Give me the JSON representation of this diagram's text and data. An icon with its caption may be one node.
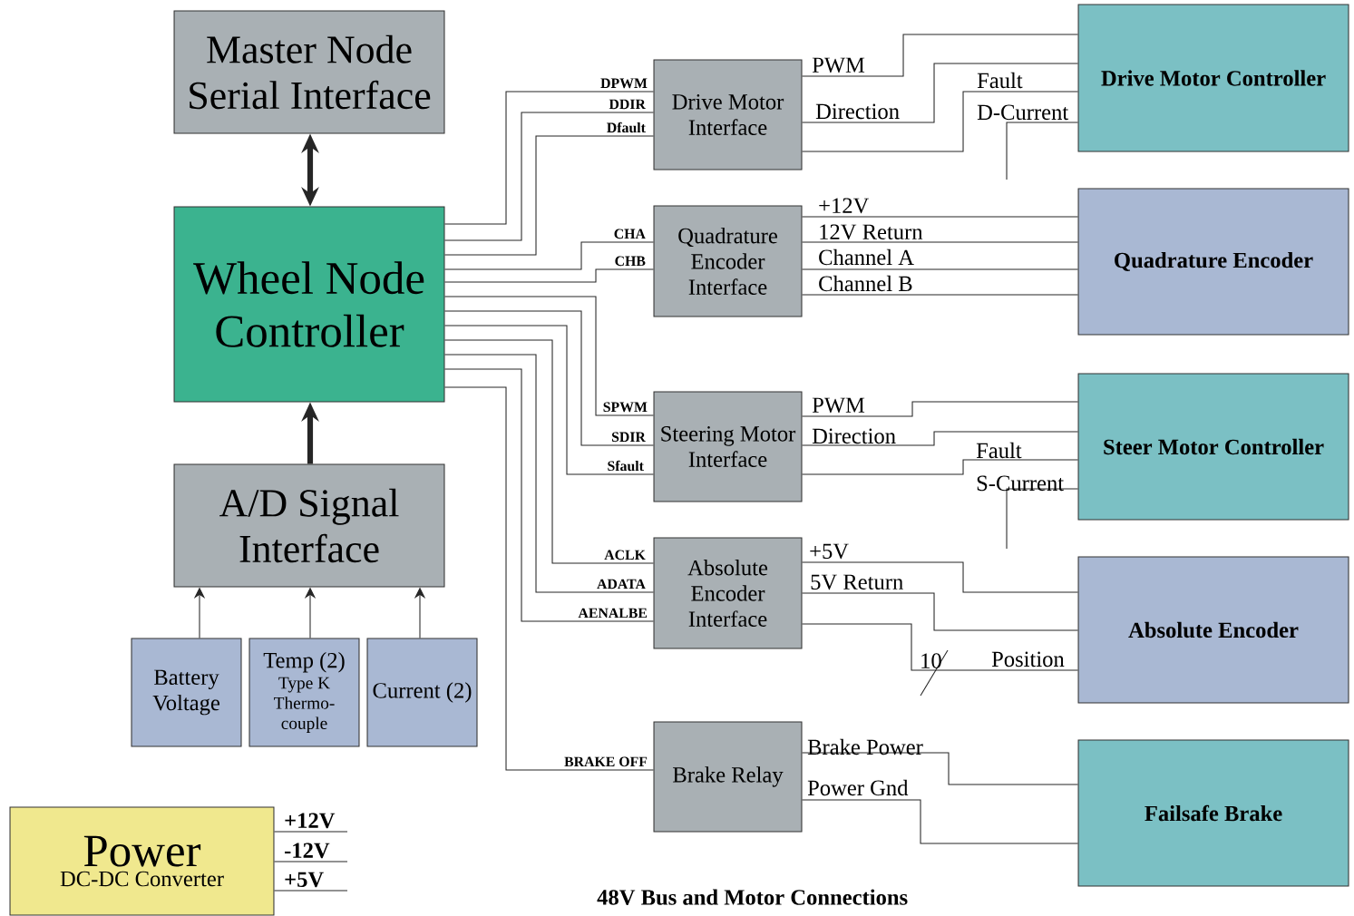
{
  "diagram": {
    "nodes": [
      {
        "text": [
          "Master Node Serial Interface"
        ]
      },
      {
        "text": [
          "Wheel Node Controller"
        ]
      },
      {
        "text": [
          "A/D Signal Interface"
        ]
      },
      {
        "text": [
          "Battery Voltage"
        ]
      },
      {
        "text": [
          "Temp (2)",
          "Type K Thermo-couple"
        ]
      },
      {
        "text": [
          "Current (2)"
        ]
      },
      {
        "text": [
          "Power",
          "DC-DC Converter"
        ]
      },
      {
        "text": [
          "Drive Motor Interface"
        ]
      },
      {
        "text": [
          "Quadrature Encoder Interface"
        ]
      },
      {
        "text": [
          "Steering Motor Interface"
        ]
      },
      {
        "text": [
          "Absolute Encoder Interface"
        ]
      },
      {
        "text": [
          "Brake Relay"
        ]
      },
      {
        "text": [
          "Drive Motor Controller"
        ]
      },
      {
        "text": [
          "Quadrature Encoder"
        ]
      },
      {
        "text": [
          "Steer Motor Controller"
        ]
      },
      {
        "text": [
          "Absolute Encoder"
        ]
      },
      {
        "text": [
          "Failsafe Brake"
        ]
      }
    ],
    "edges": [
      {
        "from": 0,
        "to": 1,
        "arrow": "both",
        "style": "thick"
      },
      {
        "from": 2,
        "to": 1,
        "arrow": "to",
        "style": "thick"
      },
      {
        "from": 3,
        "to": 2,
        "arrow": "to"
      },
      {
        "from": 4,
        "to": 2,
        "arrow": "to"
      },
      {
        "from": 5,
        "to": 2,
        "arrow": "to"
      },
      {
        "from": 1,
        "to": 7,
        "arrow": "none",
        "label": "DPWM"
      },
      {
        "from": 1,
        "to": 7,
        "arrow": "none",
        "label": "DDIR"
      },
      {
        "from": 1,
        "to": 7,
        "arrow": "none",
        "label": "Dfault"
      },
      {
        "from": 1,
        "to": 8,
        "arrow": "none",
        "label": "CHA"
      },
      {
        "from": 1,
        "to": 8,
        "arrow": "none",
        "label": "CHB"
      },
      {
        "from": 1,
        "to": 9,
        "arrow": "none",
        "label": "SPWM"
      },
      {
        "from": 1,
        "to": 9,
        "arrow": "none",
        "label": "SDIR"
      },
      {
        "from": 1,
        "to": 9,
        "arrow": "none",
        "label": "Sfault"
      },
      {
        "from": 1,
        "to": 10,
        "arrow": "none",
        "label": "ACLK"
      },
      {
        "from": 1,
        "to": 10,
        "arrow": "none",
        "label": "ADATA"
      },
      {
        "from": 1,
        "to": 10,
        "arrow": "none",
        "label": "AENALBE"
      },
      {
        "from": 1,
        "to": 11,
        "arrow": "none",
        "label": "BRAKE OFF"
      },
      {
        "from": 7,
        "to": 12,
        "arrow": "none",
        "label": "PWM"
      },
      {
        "from": 7,
        "to": 12,
        "arrow": "none",
        "label": "Direction"
      },
      {
        "from": 7,
        "to": 12,
        "arrow": "none",
        "label": "Fault"
      },
      {
        "from": 12,
        "to": null,
        "arrow": "none",
        "label": "D-Current"
      },
      {
        "from": 8,
        "to": 13,
        "arrow": "none",
        "label": "+12V"
      },
      {
        "from": 8,
        "to": 13,
        "arrow": "none",
        "label": "12V Return"
      },
      {
        "from": 8,
        "to": 13,
        "arrow": "none",
        "label": "Channel A"
      },
      {
        "from": 8,
        "to": 13,
        "arrow": "none",
        "label": "Channel B"
      },
      {
        "from": 9,
        "to": 14,
        "arrow": "none",
        "label": "PWM"
      },
      {
        "from": 9,
        "to": 14,
        "arrow": "none",
        "label": "Direction"
      },
      {
        "from": 9,
        "to": 14,
        "arrow": "none",
        "label": "Fault"
      },
      {
        "from": 14,
        "to": null,
        "arrow": "none",
        "label": "S-Current"
      },
      {
        "from": 10,
        "to": 15,
        "arrow": "none",
        "label": "+5V"
      },
      {
        "from": 10,
        "to": 15,
        "arrow": "none",
        "label": "5V Return"
      },
      {
        "from": 10,
        "to": 15,
        "arrow": "none",
        "label": "Position"
      },
      {
        "from": 11,
        "to": 16,
        "arrow": "none",
        "label": "Brake Power"
      },
      {
        "from": 11,
        "to": 16,
        "arrow": "none",
        "label": "Power Gnd"
      },
      {
        "from": 6,
        "to": null,
        "arrow": "none",
        "label": "+12V"
      },
      {
        "from": 6,
        "to": null,
        "arrow": "none",
        "label": "-12V"
      },
      {
        "from": 6,
        "to": null,
        "arrow": "none",
        "label": "+5V"
      }
    ],
    "labels": [
      "10",
      "48V Bus and Motor Connections"
    ]
  }
}
